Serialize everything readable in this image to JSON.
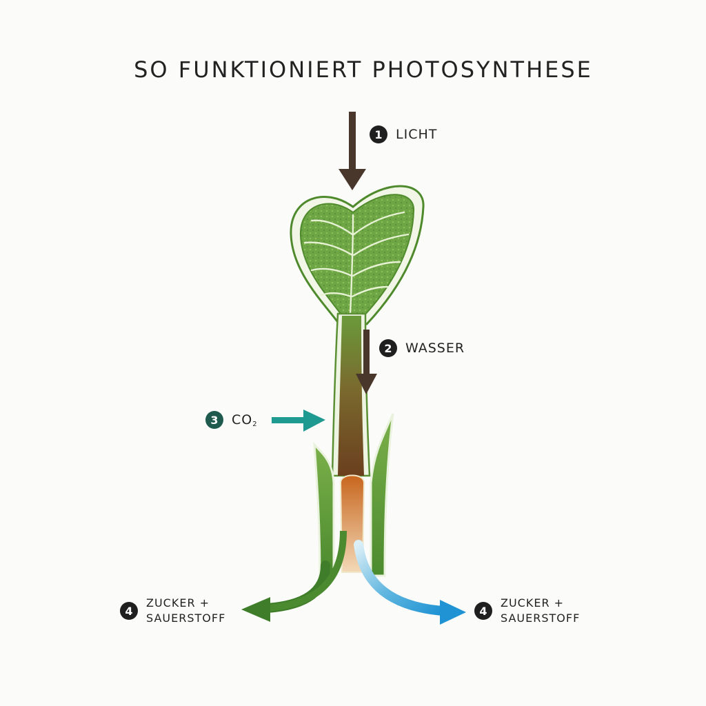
{
  "title": "SO FUNKTIONIERT PHOTOSYNTHESE",
  "steps": [
    {
      "number": "1",
      "label": "LICHT"
    },
    {
      "number": "2",
      "label": "WASSER"
    },
    {
      "number": "3",
      "label": "CO",
      "subscript": "2"
    },
    {
      "number": "4",
      "line1": "ZUCKER +",
      "line2": "SAUERSTOFF"
    },
    {
      "number": "4",
      "line1": "ZUCKER +",
      "line2": "SAUERSTOFF"
    }
  ],
  "colors": {
    "arrow_brown": "#4a372b",
    "arrow_teal": "#1f9a90",
    "arrow_green": "#3f7d2a",
    "arrow_blue": "#2a9fd8",
    "leaf_green": "#5e9a3c",
    "stem_brown": "#7a4a22"
  }
}
